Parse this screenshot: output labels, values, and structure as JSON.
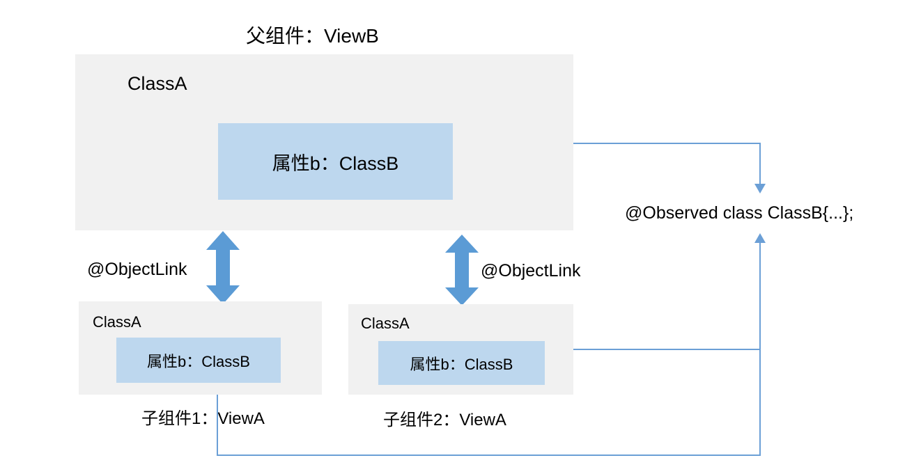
{
  "diagram": {
    "title": "父组件：ViewB",
    "parent_component": {
      "class_label": "ClassA",
      "property_label": "属性b：ClassB"
    },
    "link_labels": {
      "left": "@ObjectLink",
      "right": "@ObjectLink"
    },
    "children": [
      {
        "class_label": "ClassA",
        "property_label": "属性b：ClassB",
        "caption": "子组件1：ViewA"
      },
      {
        "class_label": "ClassA",
        "property_label": "属性b：ClassB",
        "caption": "子组件2：ViewA"
      }
    ],
    "observed_note": "@Observed class ClassB{...};",
    "colors": {
      "container_bg": "#f1f1f1",
      "property_bg": "#bdd7ee",
      "arrow": "#5b9bd5",
      "connector": "#6b9fd6",
      "text": "#000000"
    }
  }
}
